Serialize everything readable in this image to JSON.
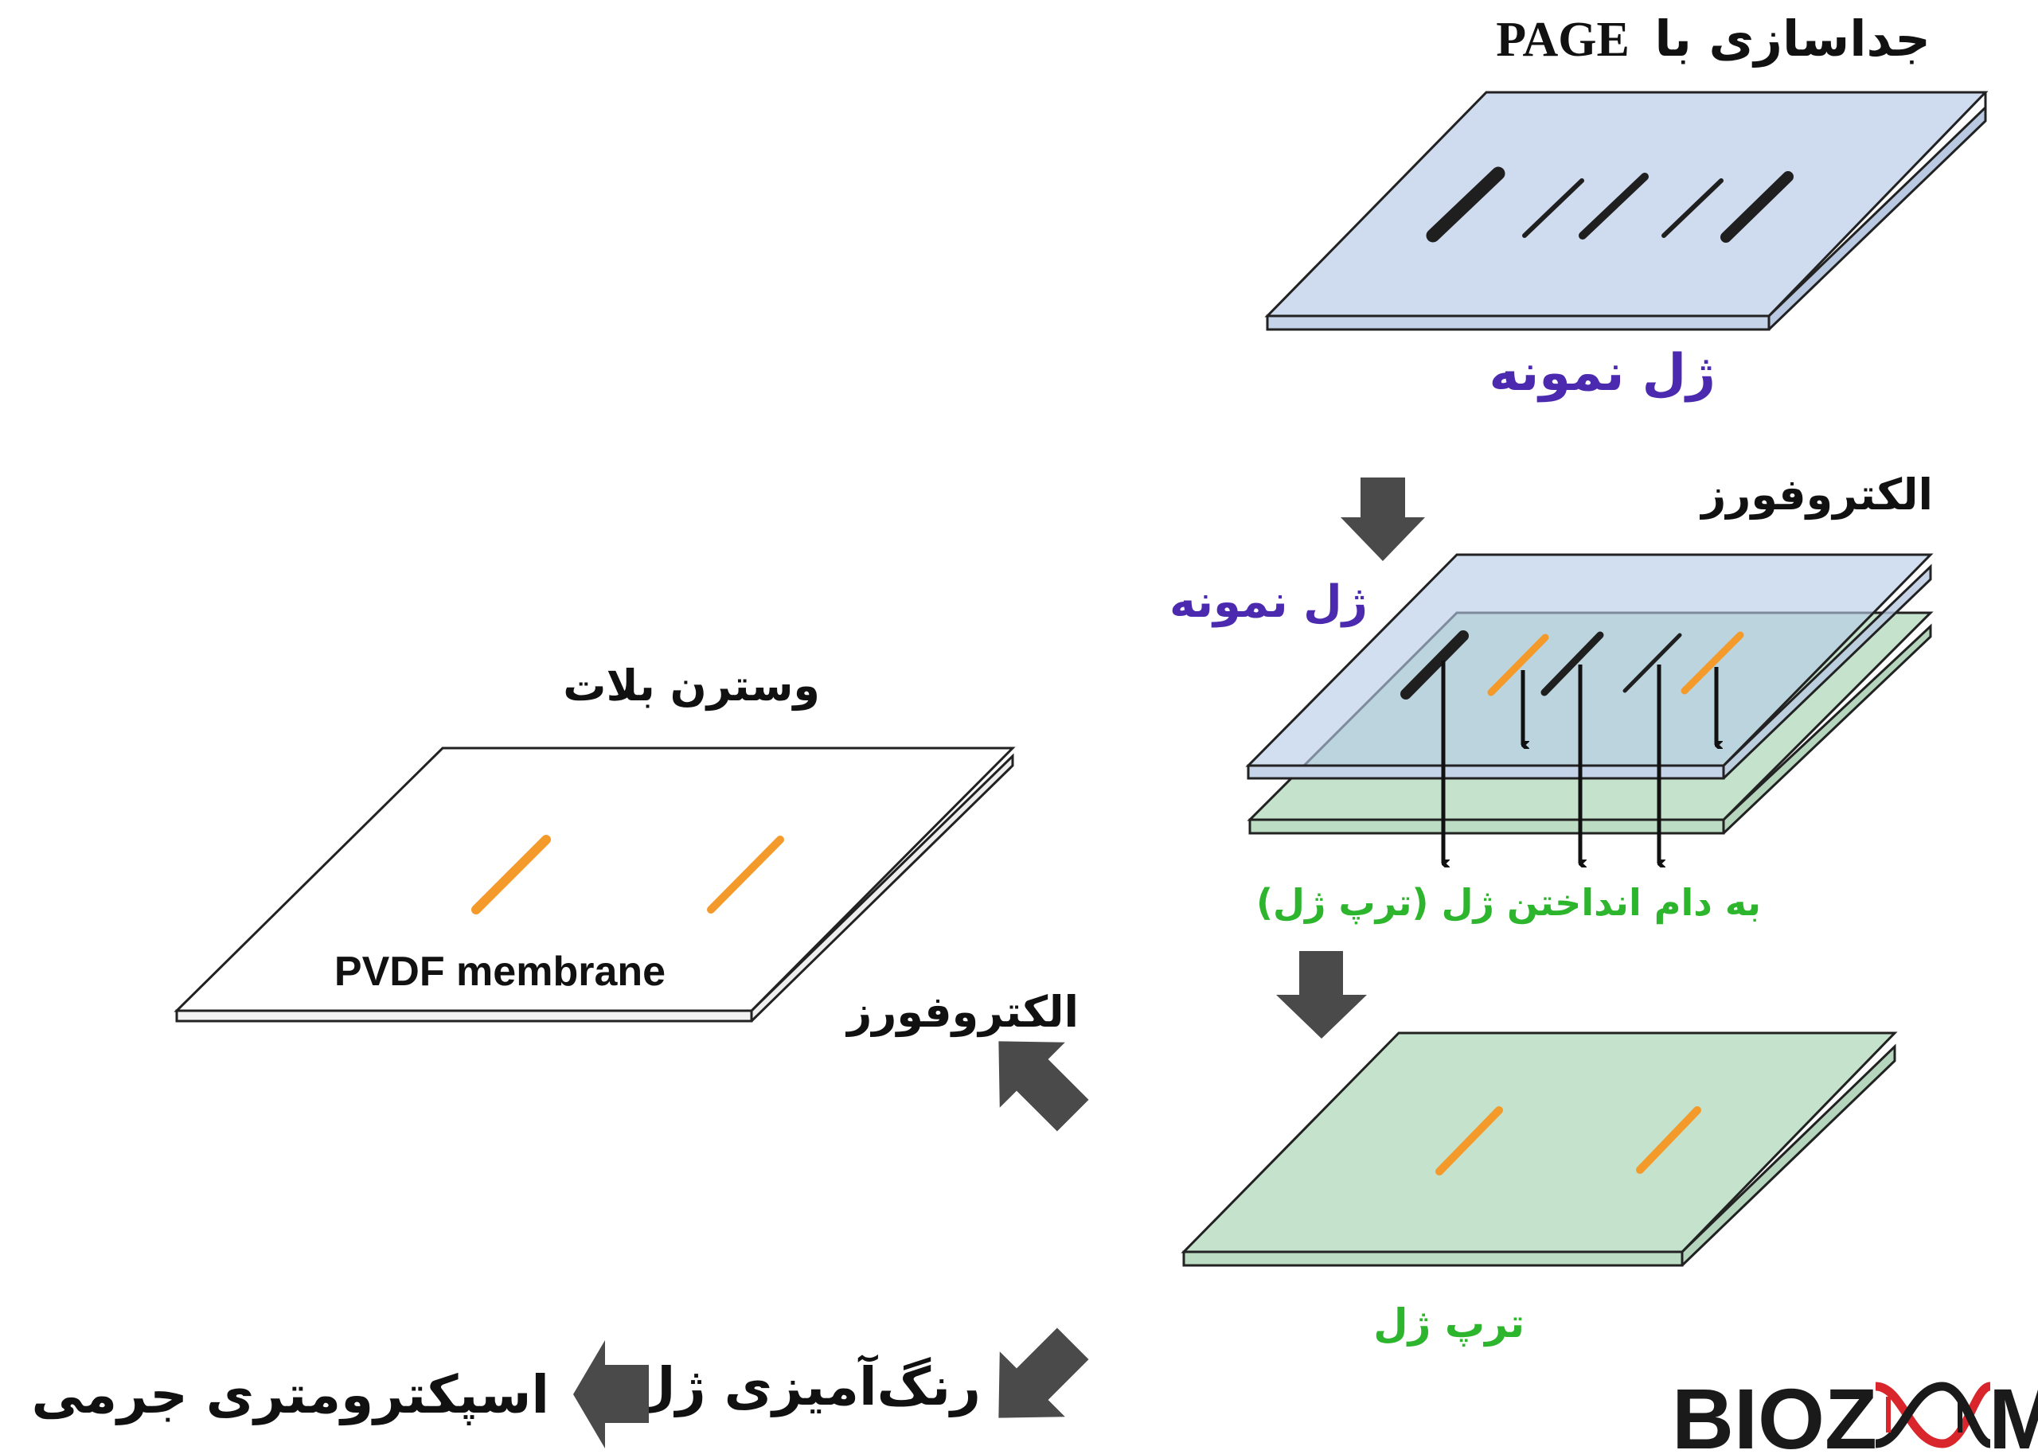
{
  "colors": {
    "sample_gel_fill": "#cfdcef",
    "trap_gel_fill": "#c5e3cc",
    "membrane_fill": "#ffffff",
    "band_dark": "#1f1f1f",
    "band_orange": "#f39a2b",
    "arrow_gray": "#4a4a4a",
    "purple_text": "#4b2ab0",
    "green_text": "#2db52d",
    "black_text": "#111111",
    "logo_black": "#1a1a1a",
    "logo_red": "#d8262c"
  },
  "titles": {
    "page_separation_fa": "جداسازی با",
    "page_separation_en": "PAGE",
    "electrophoresis_top": "الکتروفورز",
    "western_blot": "وسترن بلات",
    "electrophoresis_left": "الکتروفورز"
  },
  "labels": {
    "sample_gel_top": "ژل نمونه",
    "sample_gel_middle": "ژل نمونه",
    "gel_trapping": "به دام انداختن ژل (ترپ ژل)",
    "trap_gel": "ترپ ژل",
    "pvdf_membrane": "PVDF membrane",
    "gel_staining": "رنگ‌آمیزی ژل",
    "mass_spectrometry": "اسپکترومتری جرمی"
  },
  "logo": {
    "text_left": "BIOZ",
    "text_right": "M",
    "icons": [
      "dna-helix-icon"
    ]
  },
  "icons": [
    "down-arrow-icon",
    "left-arrow-icon",
    "diagonal-arrow-icon",
    "dna-helix-icon"
  ]
}
